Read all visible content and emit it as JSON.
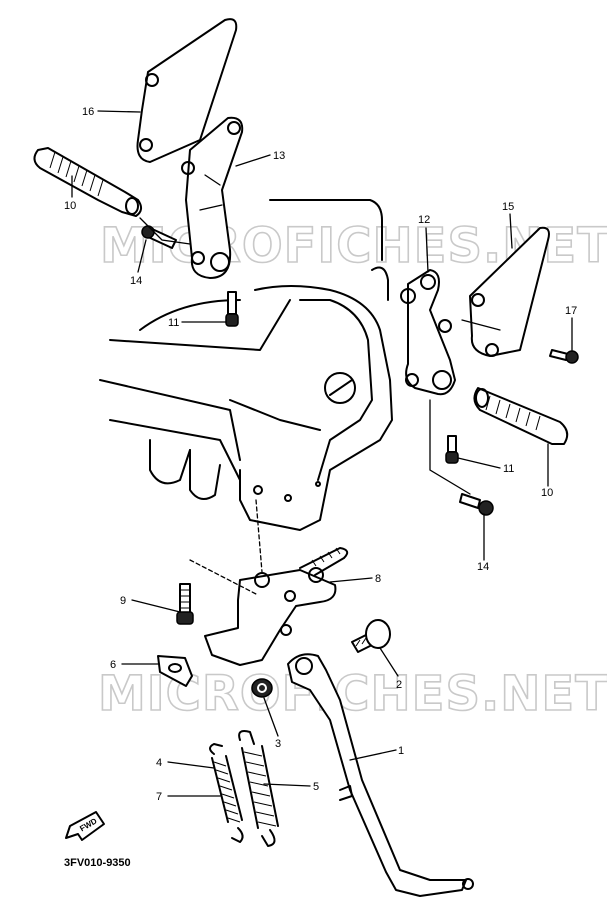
{
  "watermarks": [
    "MICROFICHES.NET",
    "MICROFICHES.NET"
  ],
  "reference_code": "3FV010-9350",
  "front_arrow_label": "FWD",
  "callouts": {
    "c1": "1",
    "c2": "2",
    "c3": "3",
    "c4": "4",
    "c5": "5",
    "c6": "6",
    "c7": "7",
    "c8": "8",
    "c9": "9",
    "c10a": "10",
    "c10b": "10",
    "c11a": "11",
    "c11b": "11",
    "c12": "12",
    "c13": "13",
    "c14a": "14",
    "c14b": "14",
    "c15": "15",
    "c16": "16",
    "c17": "17"
  }
}
